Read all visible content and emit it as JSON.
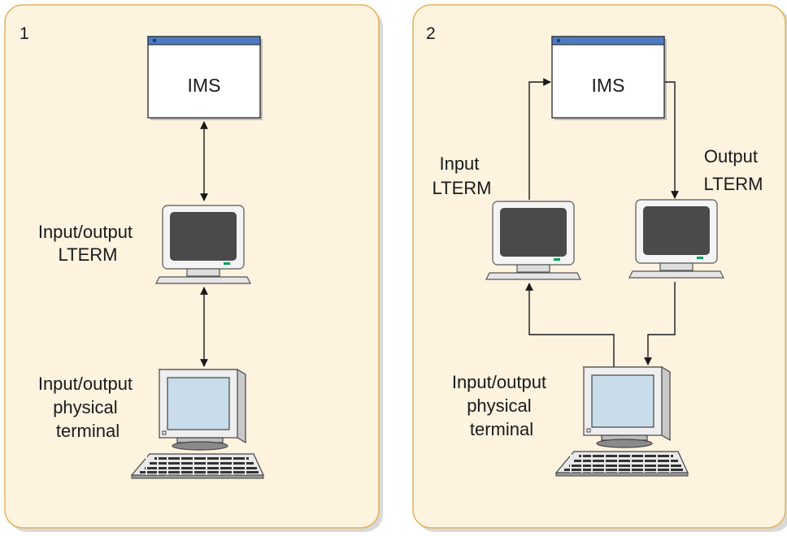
{
  "colors": {
    "panel_fill": "#fdf3df",
    "panel_border": "#e3b35a",
    "panel_shadow": "#d9d9d9",
    "window_bar": "#4c7bc1",
    "line": "#1a1a1a",
    "lterm_screen": "#4a4a4a",
    "terminal_screen": "#c8dcea",
    "led": "#00a050"
  },
  "panel1": {
    "number": "1",
    "ims_label": "IMS",
    "lterm_label": [
      "Input/output",
      "LTERM"
    ],
    "terminal_label": [
      "Input/output",
      "physical",
      "terminal"
    ]
  },
  "panel2": {
    "number": "2",
    "ims_label": "IMS",
    "input_lterm_label": [
      "Input",
      "LTERM"
    ],
    "output_lterm_label": [
      "Output",
      "LTERM"
    ],
    "terminal_label": [
      "Input/output",
      "physical",
      "terminal"
    ]
  }
}
